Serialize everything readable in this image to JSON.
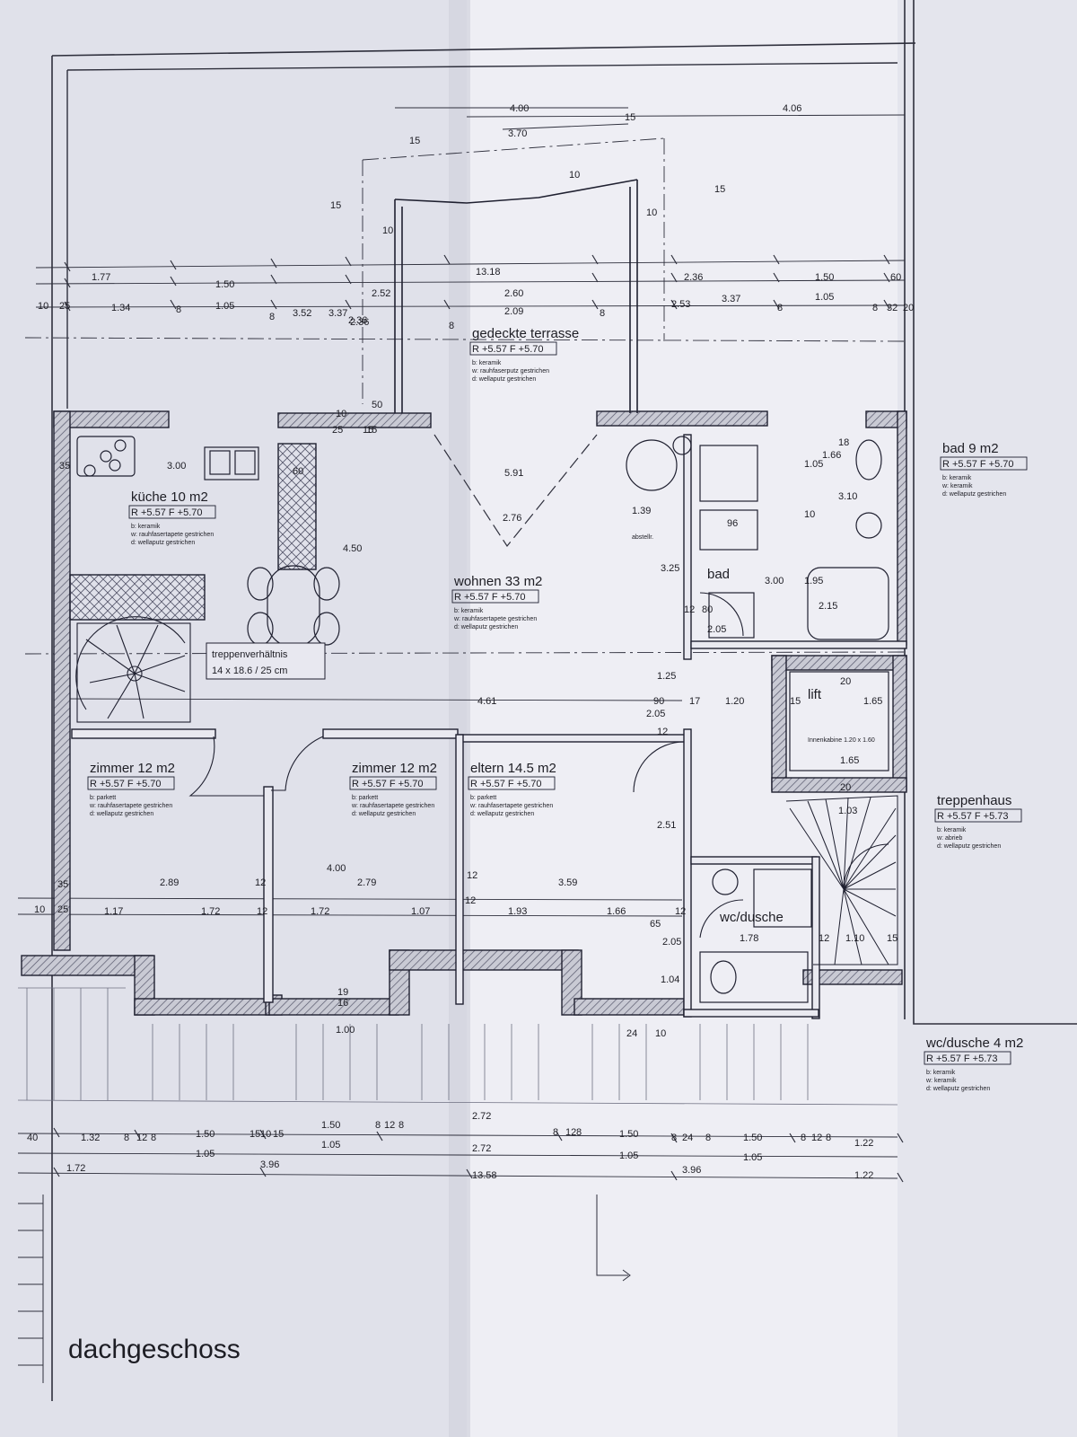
{
  "title": "dachgeschoss",
  "stair_ratio": {
    "label": "treppenverhältnis",
    "value": "14 x 18.6 / 25 cm"
  },
  "rooms": {
    "terrasse": {
      "name": "gedeckte terrasse",
      "levels": "R +5.57 F +5.70",
      "finish_b": "b: keramik",
      "finish_w": "w: rauhfaserputz gestrichen",
      "finish_d": "d: wellaputz gestrichen"
    },
    "kueche": {
      "name": "küche 10 m2",
      "levels": "R +5.57 F +5.70",
      "finish_b": "b: keramik",
      "finish_w": "w: rauhfasertapete gestrichen",
      "finish_d": "d: wellaputz gestrichen"
    },
    "wohnen": {
      "name": "wohnen 33 m2",
      "levels": "R +5.57 F +5.70",
      "finish_b": "b: keramik",
      "finish_w": "w: rauhfasertapete gestrichen",
      "finish_d": "d: wellaputz gestrichen"
    },
    "bad": {
      "name": "bad 9 m2",
      "levels": "R +5.57 F +5.70",
      "finish_b": "b: keramik",
      "finish_w": "w: keramik",
      "finish_d": "d: wellaputz gestrichen"
    },
    "zimmer1": {
      "name": "zimmer 12 m2",
      "levels": "R +5.57 F +5.70",
      "finish_b": "b: parkett",
      "finish_w": "w: rauhfasertapete gestrichen",
      "finish_d": "d: wellaputz gestrichen"
    },
    "zimmer2": {
      "name": "zimmer 12 m2",
      "levels": "R +5.57 F +5.70",
      "finish_b": "b: parkett",
      "finish_w": "w: rauhfasertapete gestrichen",
      "finish_d": "d: wellaputz gestrichen"
    },
    "eltern": {
      "name": "eltern 14.5 m2",
      "levels": "R +5.57 F +5.70",
      "finish_b": "b: parkett",
      "finish_w": "w: rauhfasertapete gestrichen",
      "finish_d": "d: wellaputz gestrichen"
    },
    "treppenhaus": {
      "name": "treppenhaus",
      "levels": "R +5.57 F +5.73",
      "finish_b": "b: keramik",
      "finish_w": "w: abrieb",
      "finish_d": "d: wellaputz gestrichen"
    },
    "wcdusche": {
      "name": "wc/dusche 4 m2",
      "levels": "R +5.57 F +5.73",
      "finish_b": "b: keramik",
      "finish_w": "w: keramik",
      "finish_d": "d: wellaputz gestrichen"
    }
  },
  "inplan_labels": {
    "bad": "bad",
    "lift": "lift",
    "wcdusche": "wc/dusche",
    "lift_size": "Innenkabine 1.20 x 1.60",
    "abstell": "abstellr."
  },
  "dimensions": [
    "4.00",
    "3.70",
    "15",
    "4.06",
    "15",
    "15",
    "10",
    "10",
    "10",
    "15",
    "1.77",
    "1.50",
    "1.05",
    "2.52",
    "2.36",
    "13.18",
    "2.60",
    "2.09",
    "2.36",
    "2.53",
    "1.50",
    "1.05",
    "60",
    "10",
    "25",
    "1.34",
    "8",
    "8",
    "3.52",
    "3.37",
    "2.36",
    "8",
    "8",
    "3.37",
    "8",
    "8",
    "32",
    "20",
    "50",
    "10",
    "25",
    "15",
    "15",
    "35",
    "3.00",
    "60",
    "5.91",
    "1.66",
    "1.05",
    "3.10",
    "10",
    "18",
    "2.76",
    "1.39",
    "96",
    "3.25",
    "3.00",
    "1.95",
    "4.50",
    "12",
    "80",
    "2.05",
    "2.15",
    "1.25",
    "90",
    "2.05",
    "17",
    "1.20",
    "15",
    "1.65",
    "4.61",
    "12",
    "20",
    "1.65",
    "20",
    "1.03",
    "2.51",
    "35",
    "2.89",
    "12",
    "2.79",
    "12",
    "3.59",
    "4.00",
    "10",
    "25",
    "1.17",
    "1.72",
    "12",
    "1.72",
    "1.07",
    "12",
    "1.93",
    "1.66",
    "12",
    "2.05",
    "65",
    "1.78",
    "12",
    "1.10",
    "15",
    "1.04",
    "1.00",
    "19",
    "16",
    "24",
    "10",
    "40",
    "1.32",
    "8",
    "12",
    "8",
    "1.50",
    "1.05",
    "15",
    "10",
    "15",
    "1.50",
    "1.05",
    "8",
    "12",
    "8",
    "2.72",
    "2.72",
    "8",
    "12",
    "8",
    "1.50",
    "1.05",
    "8",
    "24",
    "8",
    "1.50",
    "1.05",
    "8",
    "12",
    "8",
    "1.22",
    "1.22",
    "1.72",
    "3.96",
    "13.58",
    "3.96"
  ]
}
